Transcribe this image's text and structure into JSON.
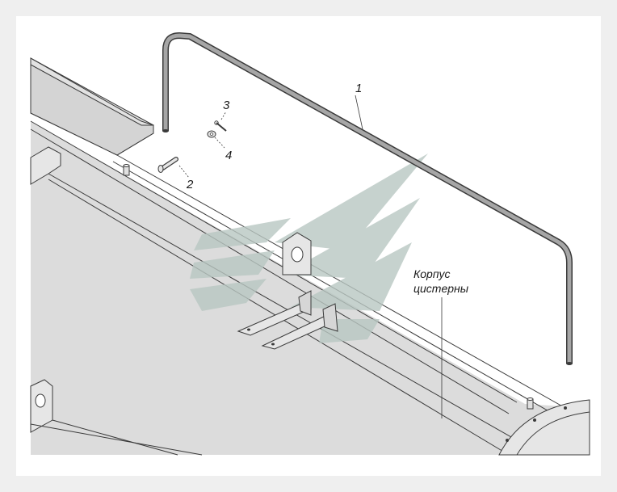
{
  "diagram": {
    "callouts": [
      {
        "id": "handrail",
        "number": "1"
      },
      {
        "id": "pin",
        "number": "2"
      },
      {
        "id": "cotter-pin",
        "number": "3"
      },
      {
        "id": "washer",
        "number": "4"
      }
    ],
    "tank_label_line1": "Корпус",
    "tank_label_line2": "цистерны"
  },
  "colors": {
    "background": "#efefef",
    "panel": "#ffffff",
    "tank_body": "#dcdcdc",
    "line": "#3a3a3a",
    "rail": "#9c9c9c",
    "watermark": "#b9c7c2"
  }
}
